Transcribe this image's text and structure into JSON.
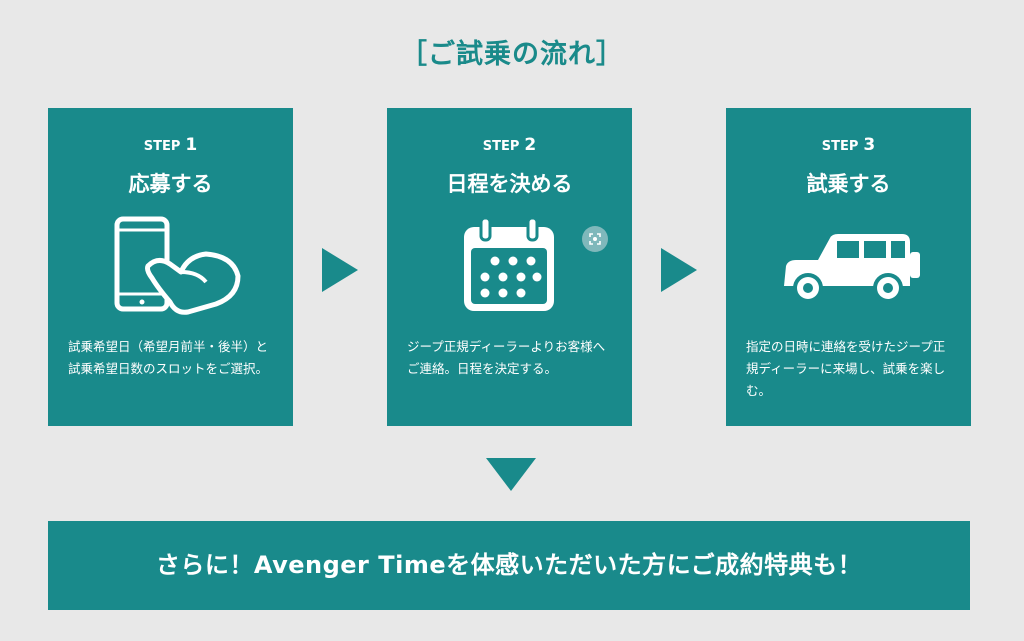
{
  "heading": "［ご試乗の流れ］",
  "steps": [
    {
      "word": "STEP",
      "num": "1",
      "title": "応募する",
      "icon": "phone-tap-icon",
      "desc": "試乗希望日（希望月前半・後半）と試乗希望日数のスロットをご選択。"
    },
    {
      "word": "STEP",
      "num": "2",
      "title": "日程を決める",
      "icon": "calendar-icon",
      "desc": "ジープ正規ディーラーよりお客様へご連絡。日程を決定する。"
    },
    {
      "word": "STEP",
      "num": "3",
      "title": "試乗する",
      "icon": "jeep-car-icon",
      "desc": "指定の日時に連絡を受けたジープ正規ディーラーに来場し、試乗を楽しむ。"
    }
  ],
  "banner": "さらに！Avenger Timeを体感いただいた方にご成約特典も！",
  "colors": {
    "teal": "#198a8b",
    "background": "#e8e8e8",
    "heading": "#1a8a8a"
  }
}
